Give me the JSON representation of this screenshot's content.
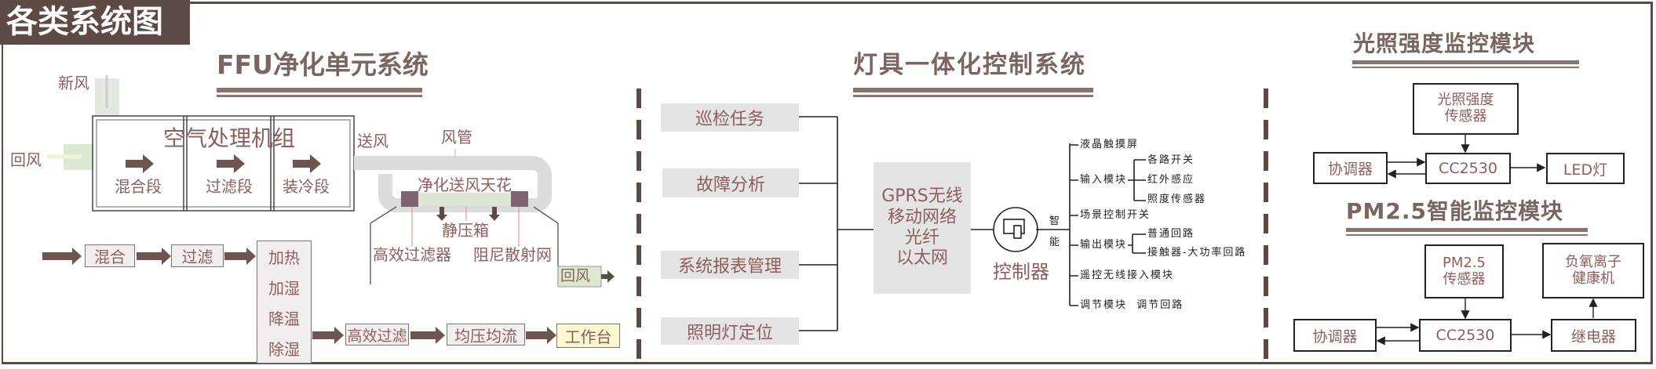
{
  "header": {
    "title": "各类系统图"
  },
  "colors": {
    "tab": "#5e4a44",
    "text": "#8e5e5c",
    "title": "#7a6560",
    "box_gray": "#e4e4e4",
    "return_air_green": "#dde8d2",
    "workbench_yellow": "#fbf7d0"
  },
  "ffu": {
    "title": "FFU净化单元系统",
    "fresh_air": "新风",
    "return_air_in": "回风",
    "ahu_label": "空气处理机组",
    "sections": [
      "混合段",
      "过滤段",
      "装冷段"
    ],
    "supply_air": "送风",
    "duct": "风管",
    "ceiling": "净化送风天花",
    "plenum": "静压箱",
    "hepa": "高效过滤器",
    "damper_net": "阻尼散射网",
    "return_air_out": "回风",
    "flow": {
      "mix": "混合",
      "filter": "过滤",
      "treat": [
        "加热",
        "加湿",
        "降温",
        "除湿"
      ],
      "hepa_filter": "高效过滤",
      "equalize": "均压均流",
      "workbench": "工作台"
    }
  },
  "lighting": {
    "title": "灯具一体化控制系统",
    "functions": [
      "巡检任务",
      "故障分析",
      "系统报表管理",
      "照明灯定位"
    ],
    "network": [
      "GPRS无线",
      "移动网络",
      "光纤",
      "以太网"
    ],
    "controller": "控制器",
    "smart": [
      "智",
      "能"
    ],
    "modules": {
      "lcd": "液晶触摸屏",
      "input": "输入模块",
      "input_items": [
        "各路开关",
        "红外感应",
        "照度传感器"
      ],
      "scene": "场景控制开关",
      "output": "输出模块",
      "output_items": [
        "普通回路",
        "接触器-大功率回路"
      ],
      "remote": "遥控无线接入模块",
      "adjust": "调节模块  调节回路"
    }
  },
  "light_monitor": {
    "title": "光照强度监控模块",
    "sensor": [
      "光照强度",
      "传感器"
    ],
    "coordinator": "协调器",
    "mcu": "CC2530",
    "led": "LED灯"
  },
  "pm_monitor": {
    "title": "PM2.5智能监控模块",
    "sensor": [
      "PM2.5",
      "传感器"
    ],
    "purifier": [
      "负氧离子",
      "健康机"
    ],
    "coordinator": "协调器",
    "mcu": "CC2530",
    "relay": "继电器"
  }
}
